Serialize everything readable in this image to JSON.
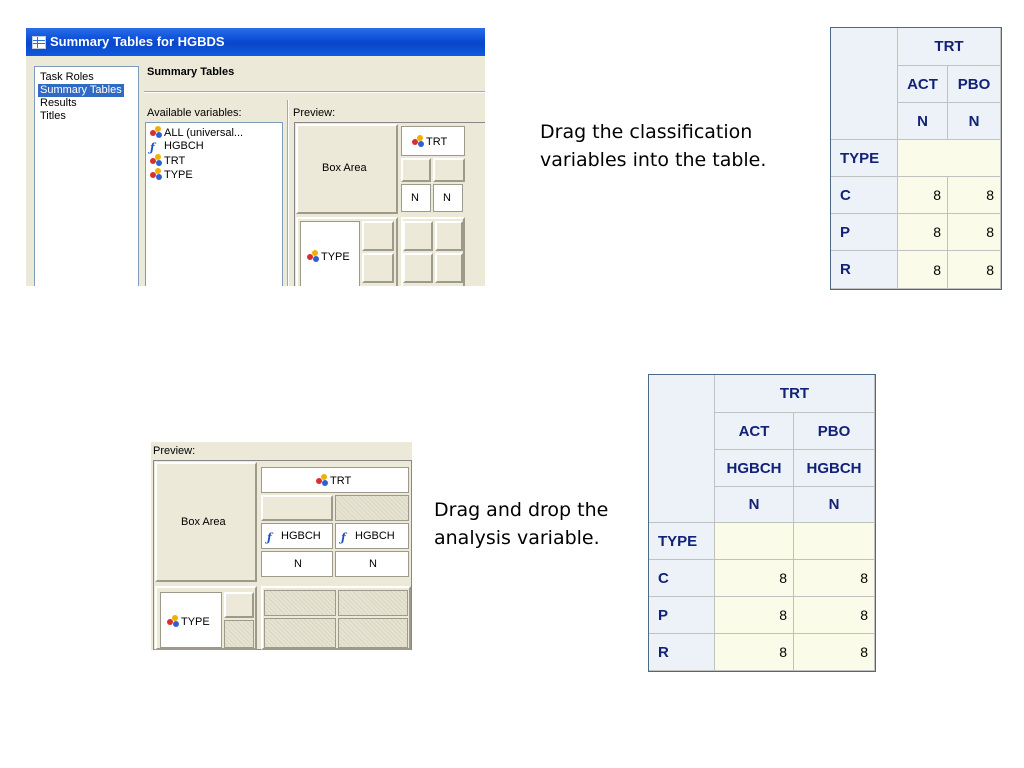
{
  "dialog": {
    "title": "Summary Tables for HGBDS",
    "nav_items": [
      "Task Roles",
      "Summary Tables",
      "Results",
      "Titles"
    ],
    "selected_nav": "Summary Tables",
    "section_header": "Summary Tables",
    "available_label": "Available variables:",
    "variables": [
      {
        "label": "ALL (universal...",
        "icon": "class-variable-icon"
      },
      {
        "label": "HGBCH",
        "icon": "analysis-variable-icon"
      },
      {
        "label": "TRT",
        "icon": "class-variable-icon"
      },
      {
        "label": "TYPE",
        "icon": "class-variable-icon"
      }
    ],
    "preview_label": "Preview:",
    "preview": {
      "box_area": "Box Area",
      "col_var": "TRT",
      "stat": "N",
      "row_var": "TYPE"
    }
  },
  "instruction1": {
    "line1": "Drag the classification",
    "line2": "variables into the table."
  },
  "table1": {
    "col_var": "TRT",
    "cols": [
      "ACT",
      "PBO"
    ],
    "stats": [
      "N",
      "N"
    ],
    "row_var": "TYPE",
    "rows": [
      {
        "label": "C",
        "values": [
          "8",
          "8"
        ]
      },
      {
        "label": "P",
        "values": [
          "8",
          "8"
        ]
      },
      {
        "label": "R",
        "values": [
          "8",
          "8"
        ]
      }
    ]
  },
  "preview2": {
    "label": "Preview:",
    "box_area": "Box Area",
    "col_var": "TRT",
    "analysis": [
      "HGBCH",
      "HGBCH"
    ],
    "stats": [
      "N",
      "N"
    ],
    "row_var": "TYPE"
  },
  "instruction2": {
    "line1": "Drag and drop the",
    "line2": "analysis variable."
  },
  "table2": {
    "col_var": "TRT",
    "cols": [
      "ACT",
      "PBO"
    ],
    "analysis": [
      "HGBCH",
      "HGBCH"
    ],
    "stats": [
      "N",
      "N"
    ],
    "row_var": "TYPE",
    "rows": [
      {
        "label": "C",
        "values": [
          "8",
          "8"
        ]
      },
      {
        "label": "P",
        "values": [
          "8",
          "8"
        ]
      },
      {
        "label": "R",
        "values": [
          "8",
          "8"
        ]
      }
    ]
  }
}
